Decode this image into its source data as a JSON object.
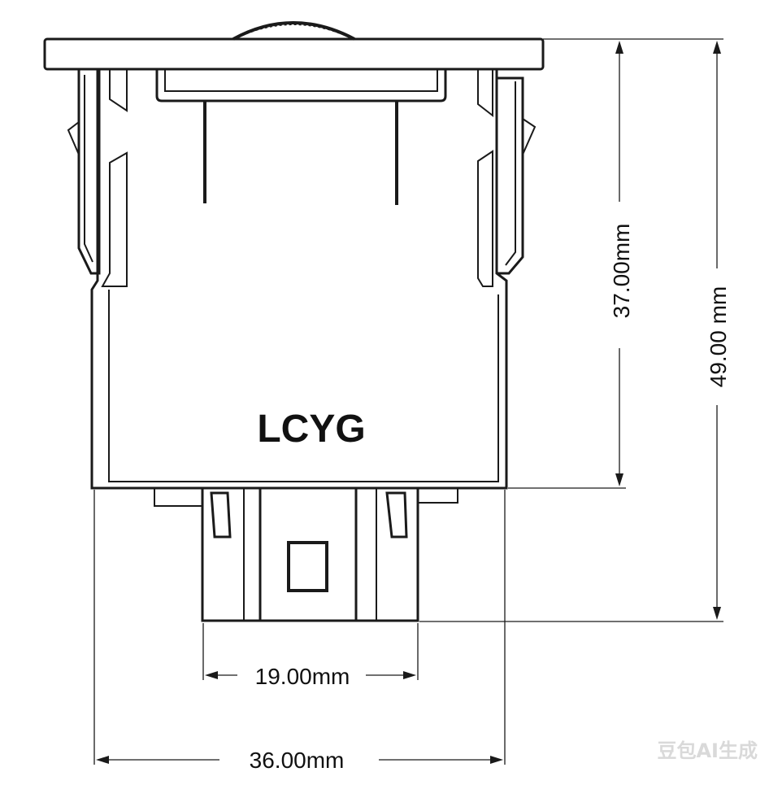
{
  "drawing": {
    "brand_label": "LCYG",
    "dimensions": {
      "inner_height": "37.00mm",
      "total_height": "49.00 mm",
      "connector_width": "19.00mm",
      "body_width": "36.00mm"
    },
    "watermark": "豆包AI生成",
    "colors": {
      "line": "#1a1a1a",
      "background": "#ffffff"
    }
  }
}
